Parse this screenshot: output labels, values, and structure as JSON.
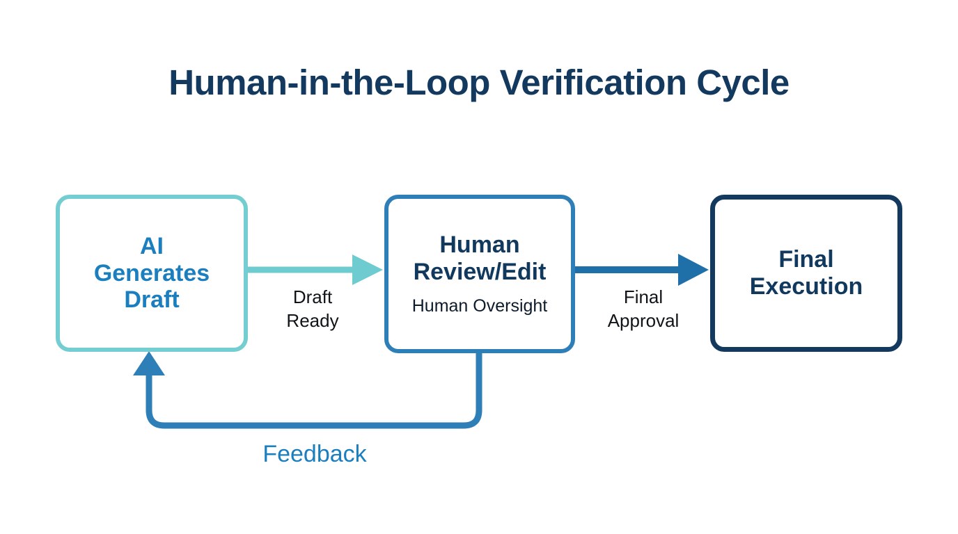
{
  "page": {
    "title": "Human-in-the-Loop Verification Cycle",
    "background": "#ffffff"
  },
  "colors": {
    "title": "#14395e",
    "node1_border": "#74cdd0",
    "node1_text": "#1b7fbf",
    "node2_border": "#2e7fb8",
    "node2_text": "#11395e",
    "node3_border": "#13395e",
    "node3_text": "#11395e",
    "arrow_draft_ready": "#6ecbd0",
    "arrow_final_approval": "#1f6fa8",
    "arrow_feedback": "#2e7fb8",
    "edge_label": "#101418",
    "feedback_label": "#1b7fbf"
  },
  "diagram": {
    "type": "flowchart",
    "nodes": [
      {
        "id": "ai-generates-draft",
        "title": "AI\nGenerates\nDraft",
        "subtitle": ""
      },
      {
        "id": "human-review-edit",
        "title": "Human\nReview/Edit",
        "subtitle": "Human Oversight"
      },
      {
        "id": "final-execution",
        "title": "Final\nExecution",
        "subtitle": ""
      }
    ],
    "edges": [
      {
        "id": "draft-ready",
        "from": "ai-generates-draft",
        "to": "human-review-edit",
        "label": "Draft\nReady",
        "direction": "right"
      },
      {
        "id": "final-approval",
        "from": "human-review-edit",
        "to": "final-execution",
        "label": "Final\nApproval",
        "direction": "right"
      },
      {
        "id": "feedback",
        "from": "human-review-edit",
        "to": "ai-generates-draft",
        "label": "Feedback",
        "direction": "loop-back"
      }
    ]
  }
}
